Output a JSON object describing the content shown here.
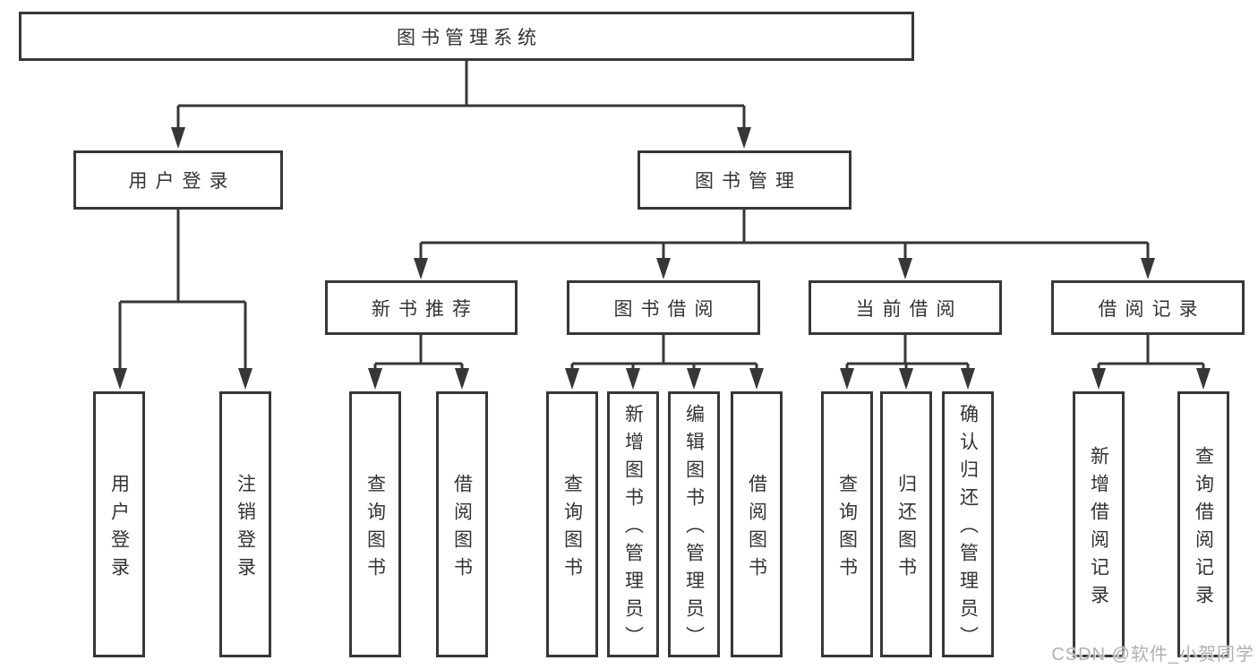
{
  "watermark": "CSDN @软件_小贺同学",
  "colors": {
    "line": "#373737",
    "text": "#333333",
    "background": "#ffffff",
    "watermark_text": "#b0b0b0"
  },
  "tree": {
    "root": "图书管理系统",
    "level2": {
      "user_login": "用户登录",
      "book_mgmt": "图书管理"
    },
    "level3": {
      "new_book_rec": "新书推荐",
      "book_borrow": "图书借阅",
      "current_borrow": "当前借阅",
      "borrow_records": "借阅记录"
    },
    "leaves": {
      "login": "用户登录",
      "logout": "注销登录",
      "rec_query": "查询图书",
      "rec_borrow": "借阅图书",
      "bb_query": "查询图书",
      "bb_add": "新增图书（管理员）",
      "bb_edit": "编辑图书（管理员）",
      "bb_borrow": "借阅图书",
      "cb_query": "查询图书",
      "cb_return": "归还图书",
      "cb_confirm": "确认归还（管理员）",
      "br_add": "新增借阅记录",
      "br_query": "查询借阅记录"
    }
  }
}
